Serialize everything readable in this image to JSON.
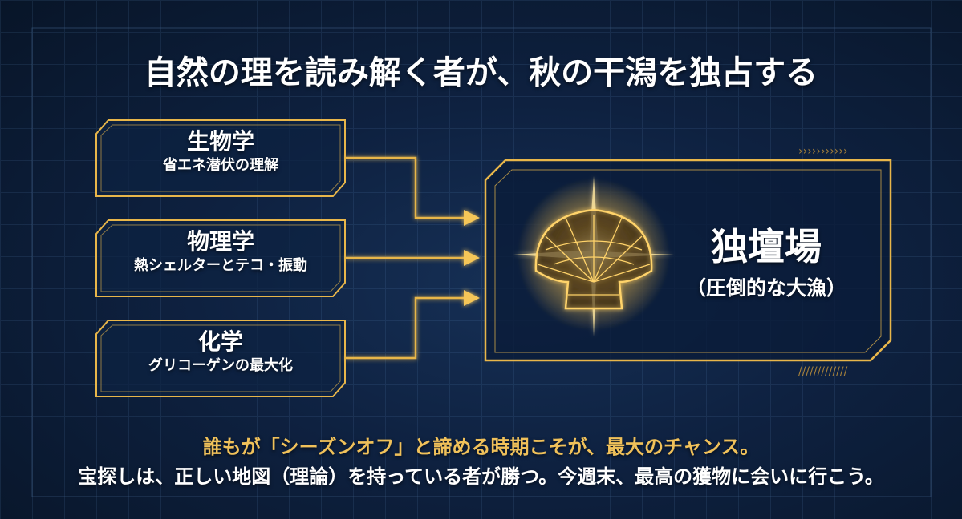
{
  "title": "自然の理を読み解く者が、秋の干潟を独占する",
  "sources": [
    {
      "heading": "生物学",
      "sub": "省エネ潜伏の理解"
    },
    {
      "heading": "物理学",
      "sub": "熱シェルターとテコ・振動"
    },
    {
      "heading": "化学",
      "sub": "グリコーゲンの最大化"
    }
  ],
  "result": {
    "heading": "独壇場",
    "sub": "（圧倒的な大漁）",
    "icon": "shell-icon"
  },
  "message": {
    "highlight": "誰もが「シーズンオフ」と諦める時期こそが、最大のチャンス。",
    "body": "宝探しは、正しい地図（理論）を持っている者が勝つ。今週末、最高の獲物に会いに行こう。"
  },
  "colors": {
    "gold": "#e8b64a",
    "background": "#0e2140",
    "text": "#ffffff"
  }
}
